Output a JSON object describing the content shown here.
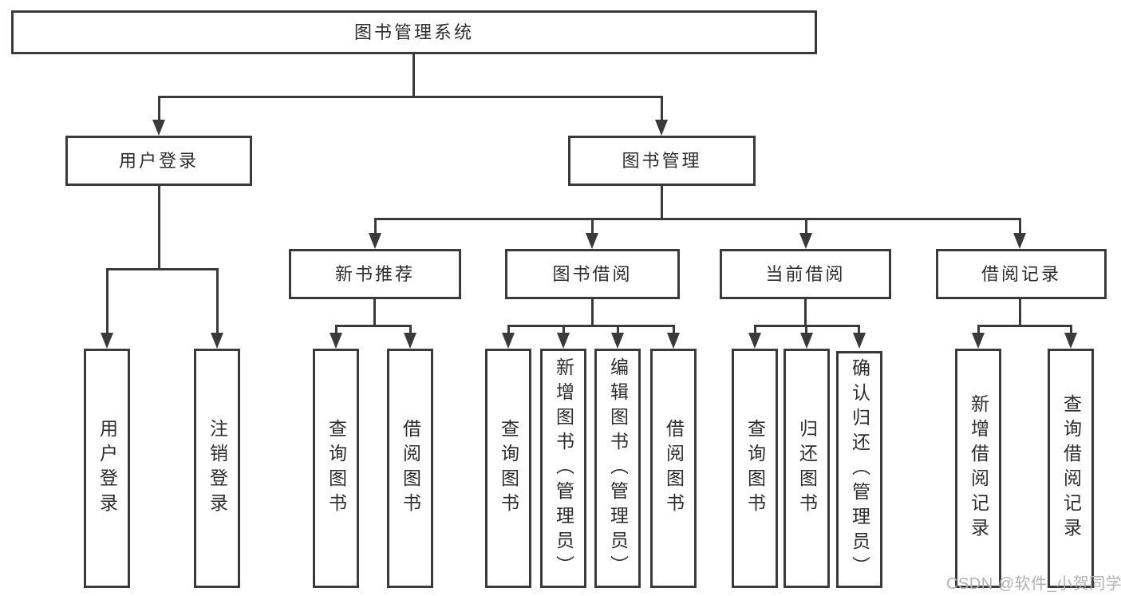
{
  "diagram": {
    "root": {
      "label": "图书管理系统"
    },
    "level2": {
      "user_login": {
        "label": "用户登录"
      },
      "book_mgmt": {
        "label": "图书管理"
      }
    },
    "level3": {
      "new_books": {
        "label": "新书推荐"
      },
      "borrowing": {
        "label": "图书借阅"
      },
      "current": {
        "label": "当前借阅"
      },
      "records": {
        "label": "借阅记录"
      }
    },
    "leaves": {
      "user_login": [
        "用户登录",
        "注销登录"
      ],
      "new_books": [
        "查询图书",
        "借阅图书"
      ],
      "borrowing": [
        "查询图书",
        "新增图书（管理员）",
        "编辑图书（管理员）",
        "借阅图书"
      ],
      "current": [
        "查询图书",
        "归还图书",
        "确认归还（管理员）"
      ],
      "records": [
        "新增借阅记录",
        "查询借阅记录"
      ]
    }
  },
  "watermark": {
    "text": "CSDN @软件_小贺同学"
  },
  "colors": {
    "line": "#3a3a3a",
    "text": "#2d2d2d",
    "watermark": "#b3b1b1",
    "background": "#ffffff"
  }
}
